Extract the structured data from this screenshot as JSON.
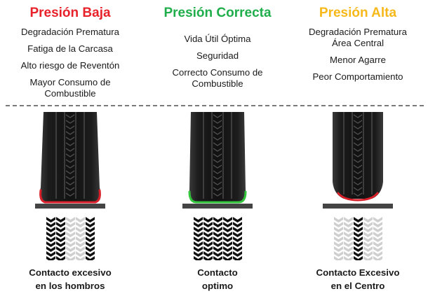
{
  "columns": [
    {
      "title": "Presión Baja",
      "title_color": "#e8222a",
      "effects": [
        "Degradación Prematura",
        "Fatiga de la Carcasa",
        "Alto riesgo de Reventón",
        "Mayor Consumo de Combustible"
      ],
      "contact_shape": "shoulders",
      "contact_color": "#d81f2a",
      "caption_line1": "Contacto excesivo",
      "caption_line2": "en los hombros",
      "tread_pattern": [
        "dark",
        "dark",
        "light",
        "light",
        "dark"
      ]
    },
    {
      "title": "Presión Correcta",
      "title_color": "#1fae4b",
      "effects": [
        "Vida Útil Óptima",
        "Seguridad",
        "Correcto Consumo de Combustible"
      ],
      "contact_shape": "flat",
      "contact_color": "#32c43b",
      "caption_line1": "Contacto",
      "caption_line2": "optimo",
      "tread_pattern": [
        "dark",
        "dark",
        "dark",
        "dark",
        "dark"
      ]
    },
    {
      "title": "Presión Alta",
      "title_color": "#f6b81a",
      "effects": [
        "Degradación Prematura Área Central",
        "Menor Agarre",
        "Peor Comportamiento"
      ],
      "contact_shape": "center",
      "contact_color": "#d81f2a",
      "caption_line1": "Contacto Excesivo",
      "caption_line2": "en el Centro",
      "tread_pattern": [
        "light",
        "light",
        "dark",
        "light",
        "light"
      ]
    }
  ]
}
